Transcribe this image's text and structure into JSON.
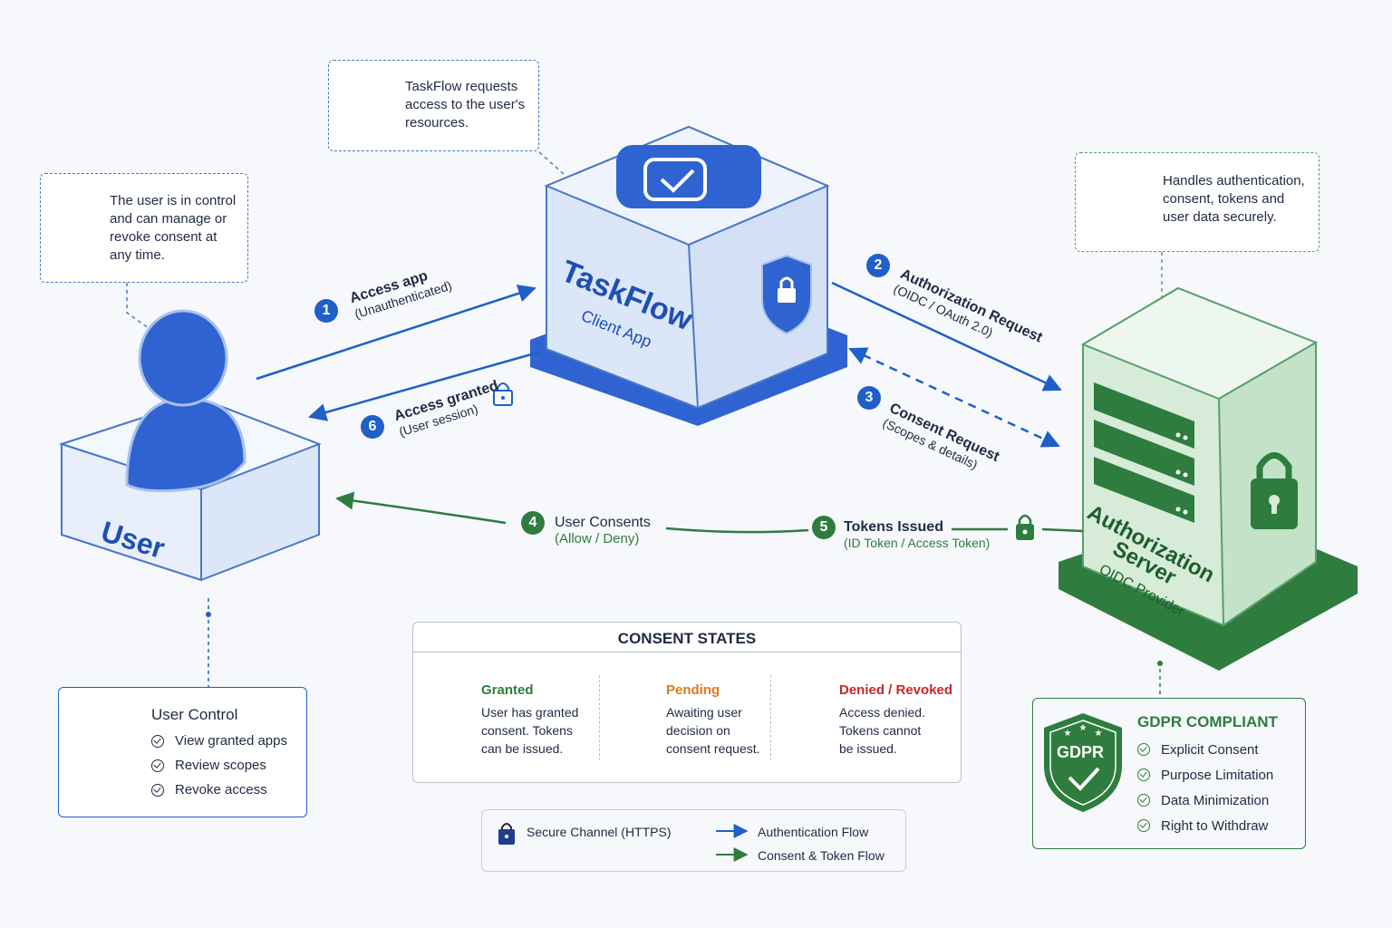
{
  "nodes": {
    "user": {
      "title": "User"
    },
    "client": {
      "title": "TaskFlow",
      "subtitle": "Client App"
    },
    "server": {
      "title_line1": "Authorization",
      "title_line2": "Server",
      "subtitle": "OIDC Provider"
    }
  },
  "notes": {
    "user": "The user is in control and can manage or revoke consent at any time.",
    "client": "TaskFlow requests access to the user's resources.",
    "server": "Handles authentication, consent, tokens and user data securely."
  },
  "steps": [
    {
      "num": "1",
      "label": "Access app",
      "sub": "(Unauthenticated)"
    },
    {
      "num": "2",
      "label": "Authorization Request",
      "sub": "(OIDC / OAuth 2.0)"
    },
    {
      "num": "3",
      "label": "Consent Request",
      "sub": "(Scopes & details)"
    },
    {
      "num": "4",
      "label": "User Consents",
      "sub": "(Allow / Deny)"
    },
    {
      "num": "5",
      "label": "Tokens Issued",
      "sub": "(ID Token / Access Token)"
    },
    {
      "num": "6",
      "label": "Access granted",
      "sub": "(User session)"
    }
  ],
  "consent_states": {
    "title": "CONSENT STATES",
    "items": [
      {
        "title": "Granted",
        "text": "User has granted consent. Tokens can be issued.",
        "color": "#2e7d3e"
      },
      {
        "title": "Pending",
        "text": "Awaiting user decision on consent request.",
        "color": "#e0791b"
      },
      {
        "title": "Denied / Revoked",
        "text": "Access denied. Tokens cannot be issued.",
        "color": "#c62828"
      }
    ]
  },
  "user_control": {
    "title": "User Control",
    "items": [
      "View granted apps",
      "Review scopes",
      "Revoke access"
    ]
  },
  "gdpr": {
    "title": "GDPR COMPLIANT",
    "badge_text": "GDPR",
    "items": [
      "Explicit Consent",
      "Purpose Limitation",
      "Data Minimization",
      "Right to Withdraw"
    ]
  },
  "legend": {
    "secure": "Secure Channel (HTTPS)",
    "auth_flow": "Authentication Flow",
    "consent_flow": "Consent & Token Flow"
  },
  "colors": {
    "blue": "#1f5fc8",
    "green": "#2e7d3e",
    "orange": "#e0791b",
    "red": "#c62828"
  }
}
